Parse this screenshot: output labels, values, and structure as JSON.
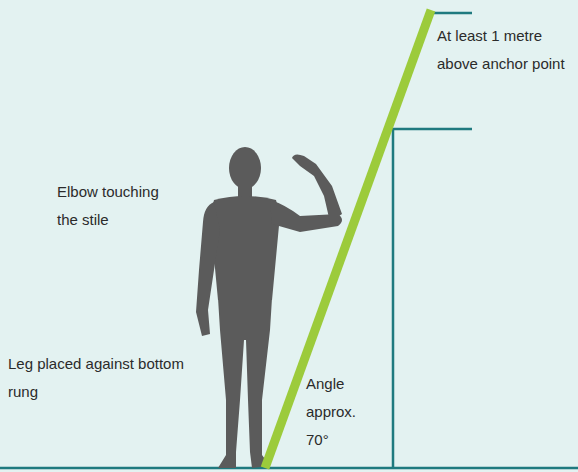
{
  "diagram": {
    "labels": [
      "At least 1 metre above anchor point",
      "Elbow touching the stile",
      "Leg placed against bottom rung",
      "Angle approx. 70°"
    ]
  }
}
